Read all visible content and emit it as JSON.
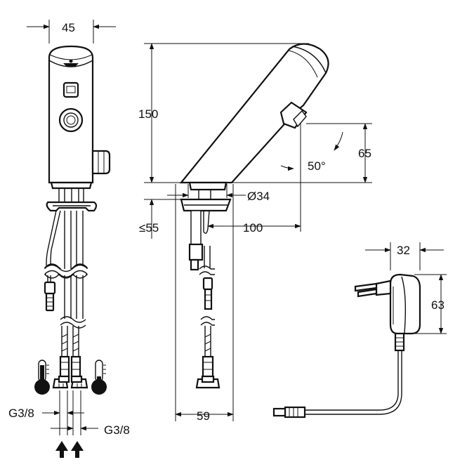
{
  "dimensions": {
    "front_width": "45",
    "height": "150",
    "outlet_height": "65",
    "spout_angle": "50°",
    "base_diameter": "Ø34",
    "deck_thickness": "≤55",
    "spout_reach": "100",
    "body_depth": "59",
    "adapter_width": "32",
    "adapter_height": "63",
    "connection_left": "G3/8",
    "connection_right": "G3/8"
  },
  "icons": {
    "hot_water": "thermometer-hot-icon",
    "cold_water": "thermometer-cold-icon",
    "supply_arrows": "arrow-up-icon"
  }
}
